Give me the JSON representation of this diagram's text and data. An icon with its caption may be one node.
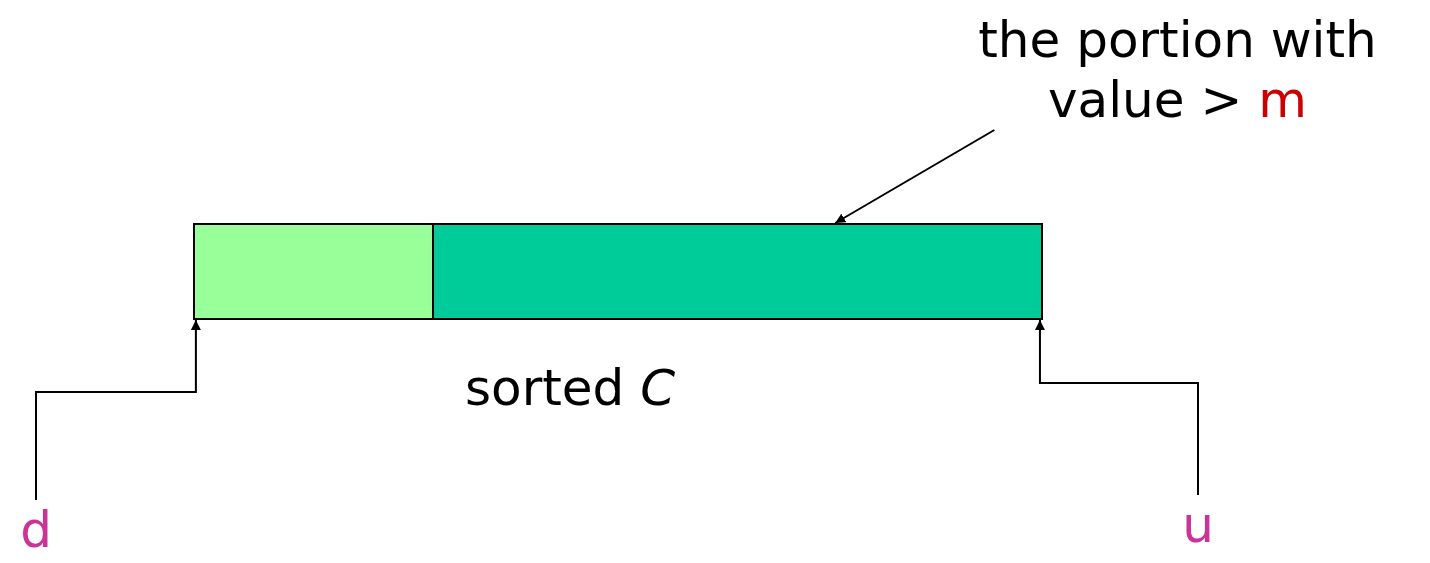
{
  "diagram": {
    "nodes": [
      {
        "text": [
          "the portion with value > m"
        ]
      },
      {
        "text": [],
        "shape": "box"
      },
      {
        "text": [],
        "shape": "box"
      },
      {
        "text": [
          "d"
        ]
      },
      {
        "text": [
          "u"
        ]
      }
    ],
    "edges": [
      {
        "from": 0,
        "to": 2,
        "arrow": "to"
      },
      {
        "from": 3,
        "to": 1,
        "arrow": "to"
      },
      {
        "from": 4,
        "to": 2,
        "arrow": "to"
      }
    ],
    "labels": [
      "sorted *C*"
    ]
  }
}
